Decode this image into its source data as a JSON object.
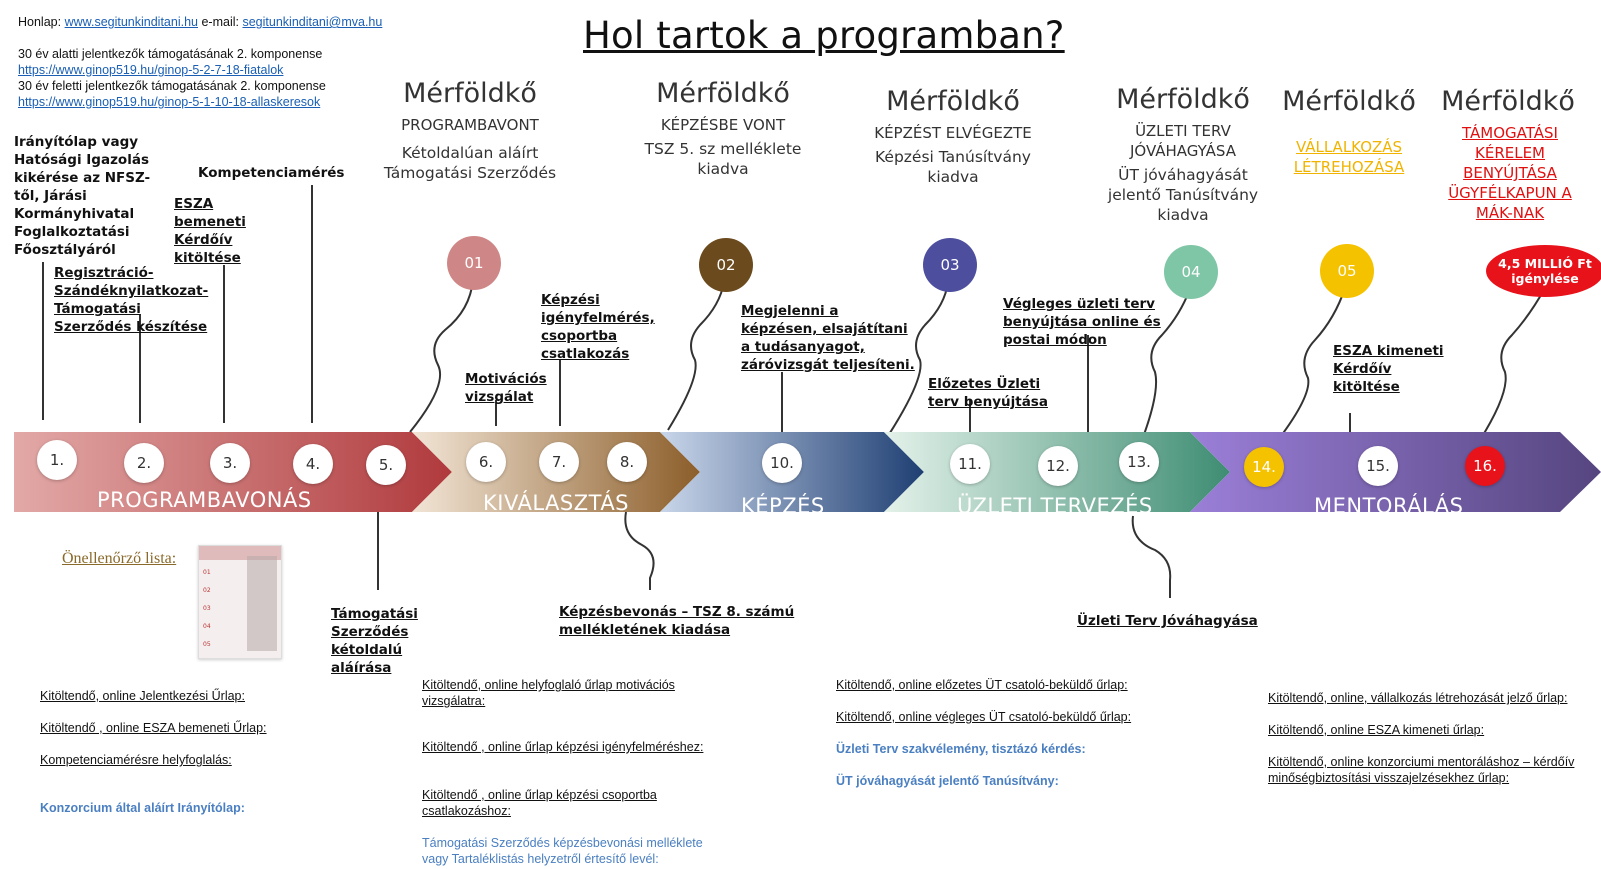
{
  "header": {
    "homepage_label": "Honlap:",
    "homepage_link": "www.segitunkinditani.hu",
    "email_label": "e-mail:",
    "email_link": "segitunkinditani@mva.hu",
    "under30_text": "30 év alatti jelentkezők támogatásának 2. komponense",
    "under30_link": "https://www.ginop519.hu/ginop-5-2-7-18-fiatalok",
    "over30_text": "30 év feletti jelentkezők támogatásának 2. komponense",
    "over30_link": "https://www.ginop519.hu/ginop-5-1-10-18-allaskeresok"
  },
  "title": "Hol tartok a programban?",
  "milestones": [
    {
      "heading": "Mérföldkő",
      "status": "PROGRAMBAVONT",
      "desc": "Kétoldalúan aláírt Támogatási Szerződés"
    },
    {
      "heading": "Mérföldkő",
      "status": "KÉPZÉSBE VONT",
      "desc": "TSZ 5. sz melléklete kiadva"
    },
    {
      "heading": "Mérföldkő",
      "status": "KÉPZÉST ELVÉGEZTE",
      "desc": "Képzési Tanúsítvány kiadva"
    },
    {
      "heading": "Mérföldkő",
      "status": "ÜZLETI TERV JÓVÁHAGYÁSA",
      "desc": "ÜT jóváhagyását jelentő Tanúsítvány kiadva"
    },
    {
      "heading": "Mérföldkő",
      "status": "VÁLLALKOZÁS LÉTREHOZÁSA",
      "desc": ""
    },
    {
      "heading": "Mérföldkő",
      "status": "TÁMOGATÁSI KÉRELEM BENYÚJTÁSA ÜGYFÉLKAPUN A MÁK-NAK",
      "desc": ""
    }
  ],
  "bubbles": [
    "01",
    "02",
    "03",
    "04",
    "05",
    "4,5 MILLIÓ Ft igénylése"
  ],
  "bubble_colors": [
    "#cf8686",
    "#6b4a1e",
    "#4d4f9e",
    "#7ec6a6",
    "#f5c200",
    "#e8121a"
  ],
  "steps": {
    "s1": "Irányítólap vagy Hatósági Igazolás kikérése az NFSZ-től, Járási Kormányhivatal Foglalkoztatási Főosztályáról",
    "s2": "Regisztráció-Szándéknyilatkozat-Támogatási Szerződés készítése",
    "s3": "ESZA bemeneti Kérdőív kitöltése",
    "s4": "Kompetenciamérés",
    "s5": "Támogatási Szerződés kétoldalú aláírása",
    "s6": "Motivációs vizsgálat",
    "s7": "Képzési igényfelmérés, csoportba csatlakozás",
    "s8": "Képzésbevonás – TSZ 8. számú mellékletének kiadása",
    "s10": "Megjelenni a képzésen, elsajátítani a tudásanyagot, záróvizsgát teljesíteni.",
    "s11": "Előzetes Üzleti terv benyújtása",
    "s12": "Végleges üzleti terv benyújtása online és postai módon",
    "s13": "Üzleti Terv Jóváhagyása",
    "s15": "ESZA kimeneti Kérdőív kitöltése"
  },
  "numbers": [
    "1.",
    "2.",
    "3.",
    "4.",
    "5.",
    "6.",
    "7.",
    "8.",
    "10.",
    "11.",
    "12.",
    "13.",
    "14.",
    "15.",
    "16."
  ],
  "phases": [
    "PROGRAMBAVONÁS",
    "KIVÁLASZTÁS",
    "KÉPZÉS",
    "ÜZLETI TERVEZÉS",
    "MENTORÁLÁS"
  ],
  "checklist_label": "Önellenőrző lista:",
  "checklist_items": [
    "01",
    "02",
    "03",
    "04",
    "05"
  ],
  "forms": {
    "c1": [
      "Kitöltendő, online Jelentkezési Űrlap:",
      "Kitöltendő , online ESZA bemeneti Űrlap:",
      "Kompetenciamérésre helyfoglalás:",
      "Konzorcium által aláírt Irányítólap:"
    ],
    "c2": [
      "Kitöltendő, online helyfoglaló űrlap motivációs vizsgálatra:",
      "Kitöltendő , online űrlap képzési igényfelméréshez:",
      "Kitöltendő , online űrlap képzési csoportba csatlakozáshoz:",
      "Támogatási Szerződés képzésbevonási melléklete vagy Tartaléklistás helyzetről értesítő levél:"
    ],
    "c3": [
      "Kitöltendő, online előzetes ÜT csatoló-beküldő űrlap:",
      "Kitöltendő, online végleges ÜT csatoló-beküldő űrlap:",
      "Üzleti Terv szakvélemény, tisztázó kérdés:",
      "ÜT jóváhagyását jelentő Tanúsítvány:"
    ],
    "c4": [
      "Kitöltendő, online, vállalkozás létrehozását jelző űrlap:",
      "Kitöltendő, online ESZA kimeneti űrlap:",
      "Kitöltendő, online konzorciumi mentoráláshoz – kérdőív minőségbiztosítási visszajelzésekhez űrlap:"
    ]
  }
}
